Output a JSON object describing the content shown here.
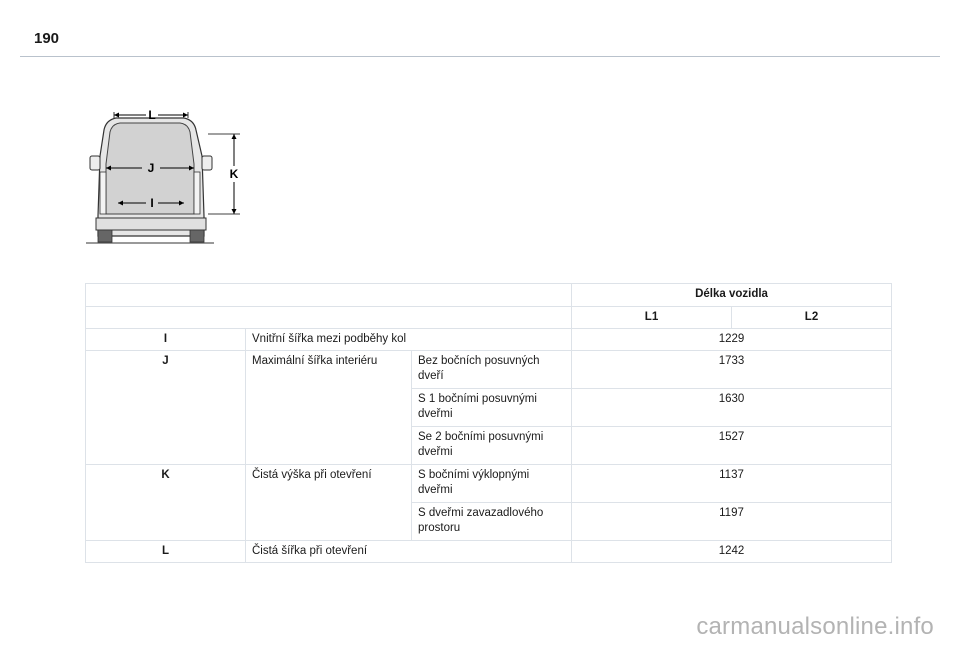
{
  "page_number": "190",
  "diagram": {
    "labels": {
      "L": "L",
      "J": "J",
      "I": "I",
      "K": "K"
    }
  },
  "table": {
    "header": "Délka vozidla",
    "variants": [
      "L1",
      "L2"
    ],
    "rows": [
      {
        "code": "I",
        "description": "Vnitřní šířka mezi podběhy kol",
        "value": "1229"
      },
      {
        "code": "J",
        "description": "Maximální šířka interiéru",
        "sub": [
          {
            "label": "Bez bočních posuvných dveří",
            "value": "1733"
          },
          {
            "label": "S 1 bočními posuvnými dveřmi",
            "value": "1630"
          },
          {
            "label": "Se 2 bočními posuvnými dveřmi",
            "value": "1527"
          }
        ]
      },
      {
        "code": "K",
        "description": "Čistá výška při otevření",
        "sub": [
          {
            "label": "S bočními výklopnými dveřmi",
            "value": "1137"
          },
          {
            "label": "S dveřmi zavazadlového prostoru",
            "value": "1197"
          }
        ]
      },
      {
        "code": "L",
        "description": "Čistá šířka při otevření",
        "value": "1242"
      }
    ]
  },
  "watermark": "carmanualsonline.info"
}
